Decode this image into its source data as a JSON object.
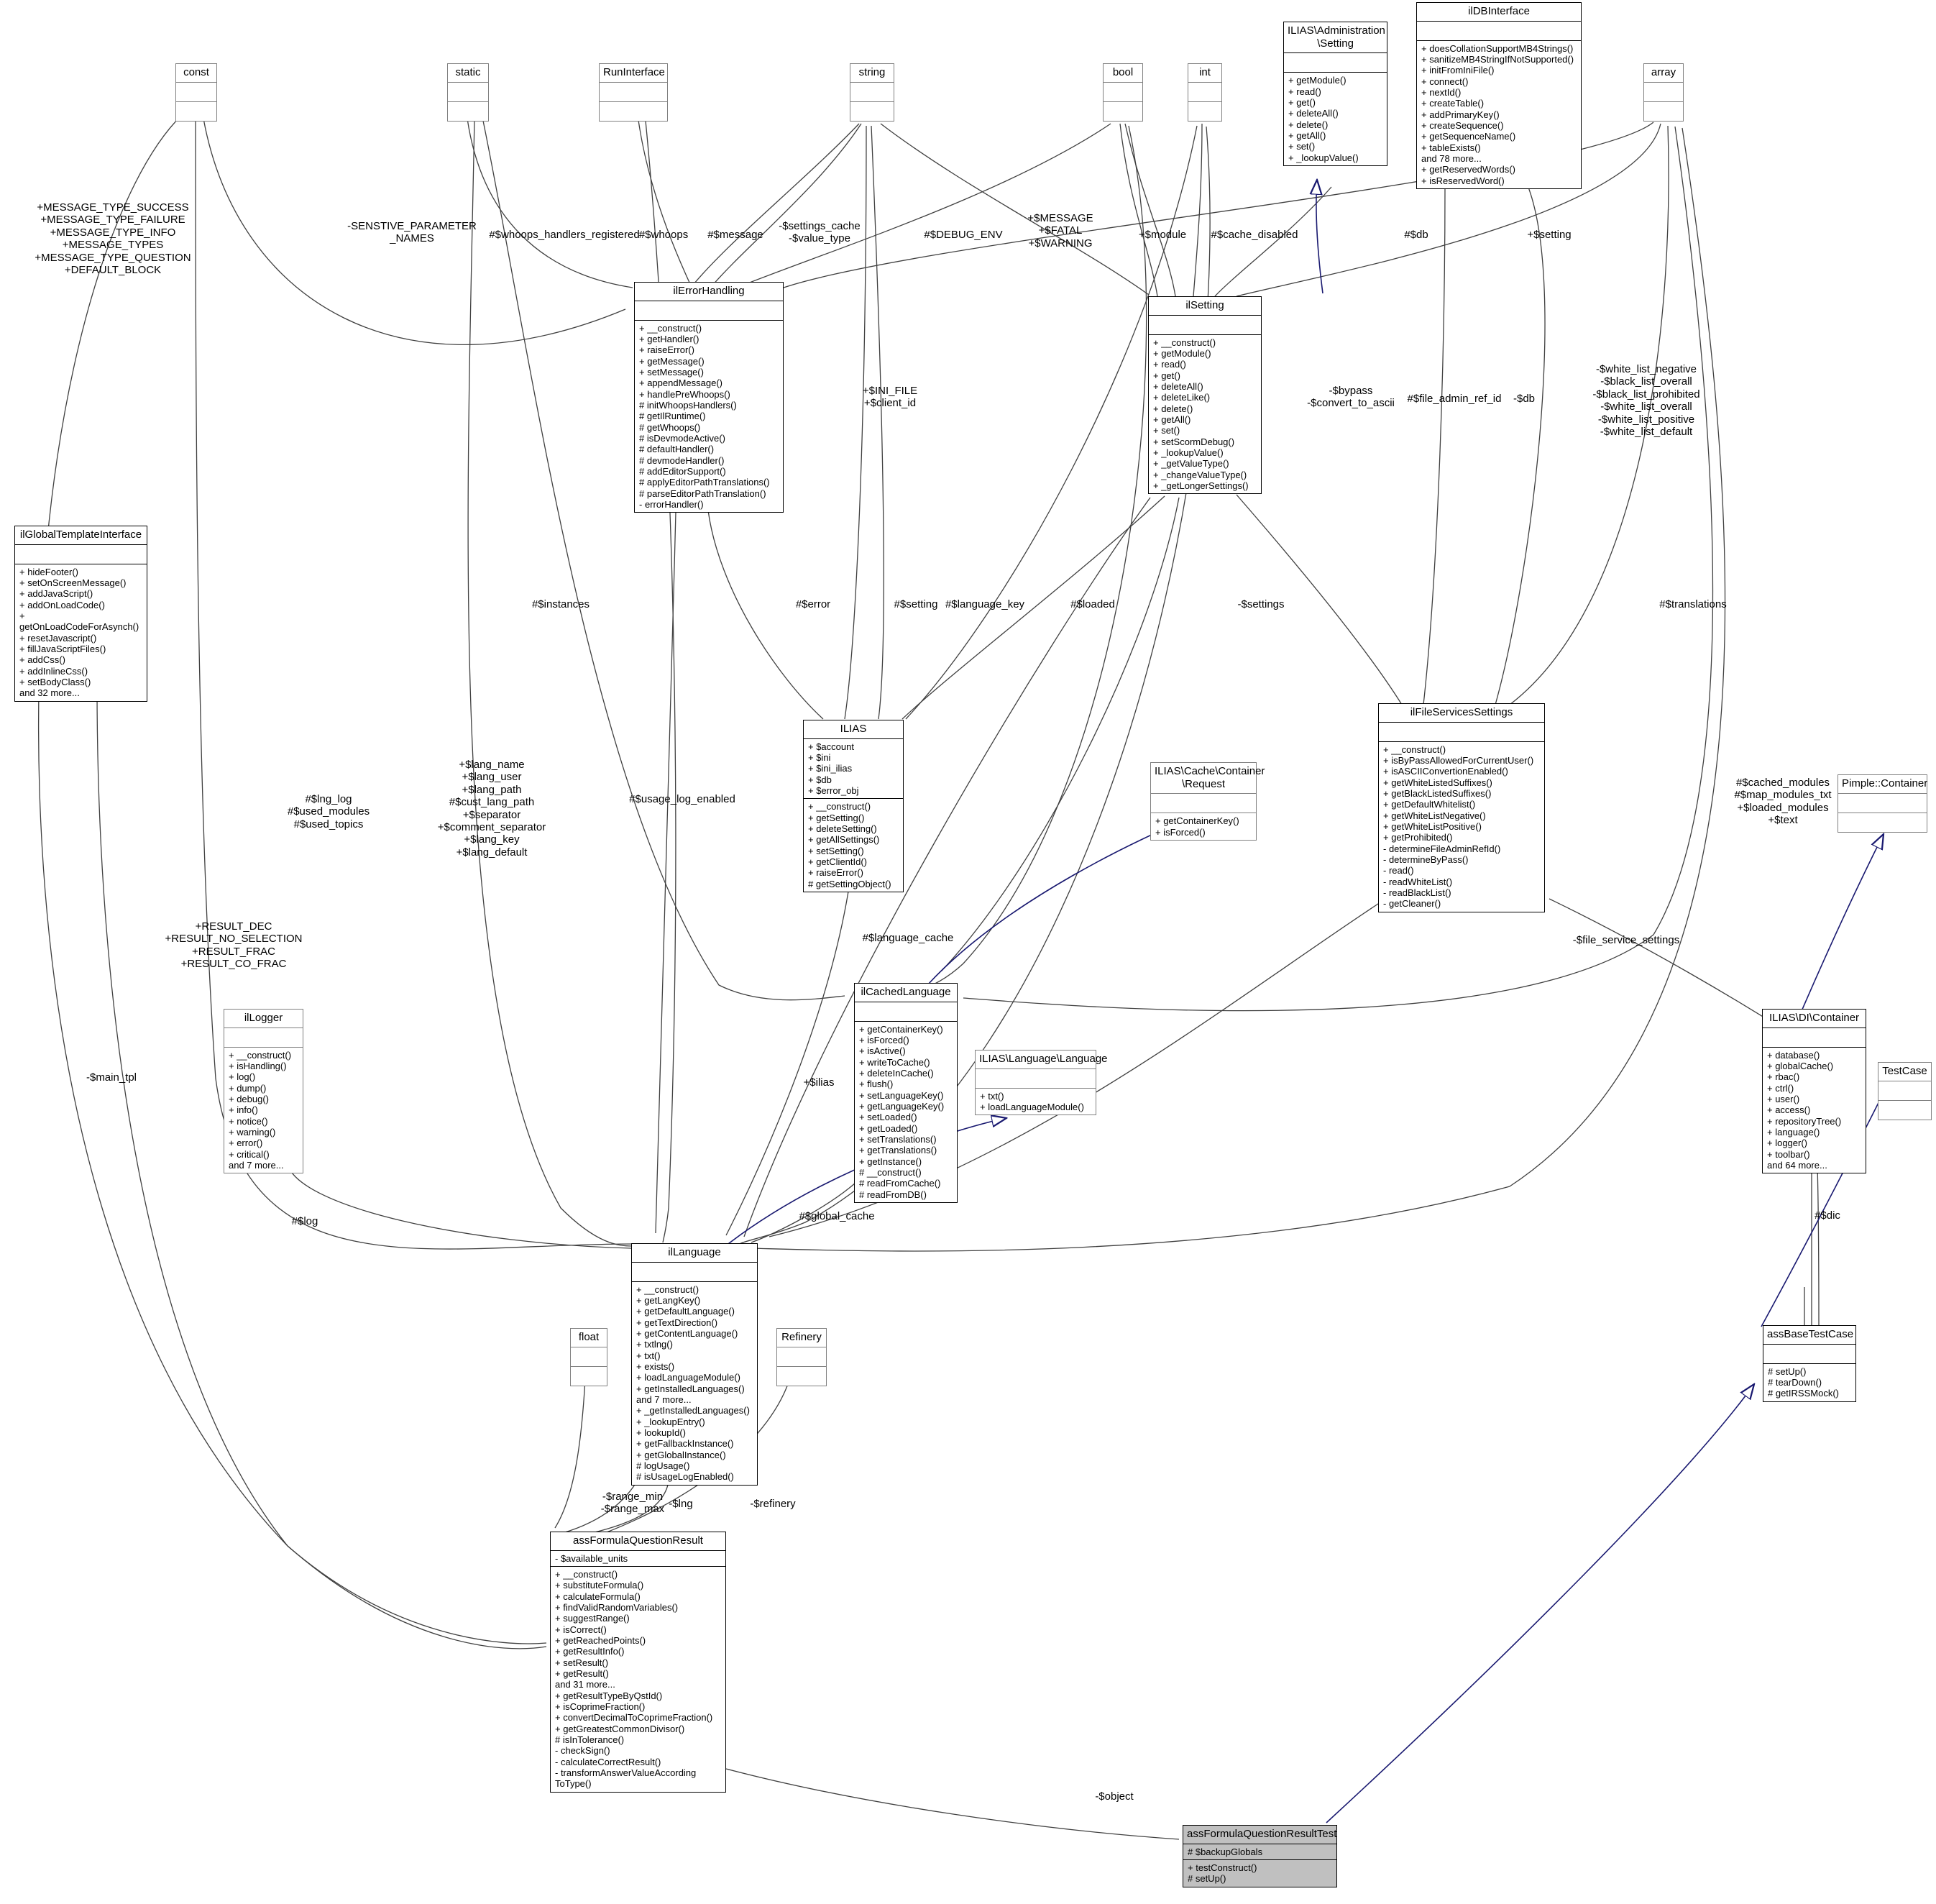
{
  "diagram": {
    "title": "assFormulaQuestionResultTest collaboration diagram",
    "edge_color": "#404040",
    "inherit_color": "#191970",
    "highlight_fill": "#c0c0c0"
  },
  "classes": {
    "const": {
      "name": "const",
      "attributes": "",
      "methods": ""
    },
    "static": {
      "name": "static",
      "attributes": "",
      "methods": ""
    },
    "runinterface": {
      "name": "RunInterface",
      "attributes": "",
      "methods": ""
    },
    "string": {
      "name": "string",
      "attributes": "",
      "methods": ""
    },
    "bool": {
      "name": "bool",
      "attributes": "",
      "methods": ""
    },
    "int": {
      "name": "int",
      "attributes": "",
      "methods": ""
    },
    "array": {
      "name": "array",
      "attributes": "",
      "methods": ""
    },
    "float": {
      "name": "float",
      "attributes": "",
      "methods": ""
    },
    "refinery": {
      "name": "Refinery",
      "attributes": "",
      "methods": ""
    },
    "testcase": {
      "name": "TestCase",
      "attributes": "",
      "methods": ""
    },
    "pimple_container": {
      "name": "Pimple::Container",
      "attributes": "",
      "methods": ""
    },
    "ilias_admin_setting": {
      "name": "ILIAS\\Administration\n\\Setting",
      "attributes": "",
      "methods": "+ getModule()\n+ read()\n+ get()\n+ deleteAll()\n+ delete()\n+ getAll()\n+ set()\n+ _lookupValue()"
    },
    "ildbinterface": {
      "name": "ilDBInterface",
      "attributes": "",
      "methods": "+ doesCollationSupportMB4Strings()\n+ sanitizeMB4StringIfNotSupported()\n+ initFromIniFile()\n+ connect()\n+ nextId()\n+ createTable()\n+ addPrimaryKey()\n+ createSequence()\n+ getSequenceName()\n+ tableExists()\nand 78 more...\n+ getReservedWords()\n+ isReservedWord()"
    },
    "ilerrorhandling": {
      "name": "ilErrorHandling",
      "attributes": "",
      "methods": "+ __construct()\n+ getHandler()\n+ raiseError()\n+ getMessage()\n+ setMessage()\n+ appendMessage()\n+ handlePreWhoops()\n# initWhoopsHandlers()\n# getIlRuntime()\n# getWhoops()\n# isDevmodeActive()\n# defaultHandler()\n# devmodeHandler()\n# addEditorSupport()\n# applyEditorPathTranslations()\n# parseEditorPathTranslation()\n- errorHandler()"
    },
    "ilsetting": {
      "name": "ilSetting",
      "attributes": "",
      "methods": "+ __construct()\n+ getModule()\n+ read()\n+ get()\n+ deleteAll()\n+ deleteLike()\n+ delete()\n+ getAll()\n+ set()\n+ setScormDebug()\n+ _lookupValue()\n+ _getValueType()\n+ _changeValueType()\n+ _getLongerSettings()"
    },
    "ilglobaltemplateinterface": {
      "name": "ilGlobalTemplateInterface",
      "attributes": "",
      "methods": "+ hideFooter()\n+ setOnScreenMessage()\n+ addJavaScript()\n+ addOnLoadCode()\n+ getOnLoadCodeForAsynch()\n+ resetJavascript()\n+ fillJavaScriptFiles()\n+ addCss()\n+ addInlineCss()\n+ setBodyClass()\nand 32 more..."
    },
    "ilias": {
      "name": "ILIAS",
      "attributes": "+ $account\n+ $ini\n+ $ini_ilias\n+ $db\n+ $error_obj",
      "methods": "+ __construct()\n+ getSetting()\n+ deleteSetting()\n+ getAllSettings()\n+ setSetting()\n+ getClientId()\n+ raiseError()\n# getSettingObject()"
    },
    "ilias_cache_container_request": {
      "name": "ILIAS\\Cache\\Container\n\\Request",
      "attributes": "",
      "methods": "+ getContainerKey()\n+ isForced()"
    },
    "ilfileservicessettings": {
      "name": "ilFileServicesSettings",
      "attributes": "",
      "methods": "+ __construct()\n+ isByPassAllowedForCurrentUser()\n+ isASCIIConvertionEnabled()\n+ getWhiteListedSuffixes()\n+ getBlackListedSuffixes()\n+ getDefaultWhitelist()\n+ getWhiteListNegative()\n+ getWhiteListPositive()\n+ getProhibited()\n- determineFileAdminRefId()\n- determineByPass()\n- read()\n- readWhiteList()\n- readBlackList()\n- getCleaner()"
    },
    "illogger": {
      "name": "ilLogger",
      "attributes": "",
      "methods": "+ __construct()\n+ isHandling()\n+ log()\n+ dump()\n+ debug()\n+ info()\n+ notice()\n+ warning()\n+ error()\n+ critical()\nand 7 more..."
    },
    "ilcachedlanguage": {
      "name": "ilCachedLanguage",
      "attributes": "",
      "methods": "+ getContainerKey()\n+ isForced()\n+ isActive()\n+ writeToCache()\n+ deleteInCache()\n+ flush()\n+ setLanguageKey()\n+ getLanguageKey()\n+ setLoaded()\n+ getLoaded()\n+ setTranslations()\n+ getTranslations()\n+ getInstance()\n# __construct()\n# readFromCache()\n# readFromDB()"
    },
    "ilias_language_language": {
      "name": "ILIAS\\Language\\Language",
      "attributes": "",
      "methods": "+ txt()\n+ loadLanguageModule()"
    },
    "illanguage": {
      "name": "ilLanguage",
      "attributes": "",
      "methods": "+ __construct()\n+ getLangKey()\n+ getDefaultLanguage()\n+ getTextDirection()\n+ getContentLanguage()\n+ txtlng()\n+ txt()\n+ exists()\n+ loadLanguageModule()\n+ getInstalledLanguages()\nand 7 more...\n+ _getInstalledLanguages()\n+ _lookupEntry()\n+ lookupId()\n+ getFallbackInstance()\n+ getGlobalInstance()\n# logUsage()\n# isUsageLogEnabled()"
    },
    "ilias_di_container": {
      "name": "ILIAS\\DI\\Container",
      "attributes": "",
      "methods": "+ database()\n+ globalCache()\n+ rbac()\n+ ctrl()\n+ user()\n+ access()\n+ repositoryTree()\n+ language()\n+ logger()\n+ toolbar()\nand 64 more..."
    },
    "assbasetestcase": {
      "name": "assBaseTestCase",
      "attributes": "",
      "methods": "# setUp()\n# tearDown()\n# getIRSSMock()"
    },
    "assformulaquestionresult": {
      "name": "assFormulaQuestionResult",
      "attributes": "- $available_units",
      "methods": "+ __construct()\n+ substituteFormula()\n+ calculateFormula()\n+ findValidRandomVariables()\n+ suggestRange()\n+ isCorrect()\n+ getReachedPoints()\n+ getResultInfo()\n+ setResult()\n+ getResult()\nand 31 more...\n+ getResultTypeByQstId()\n+ isCoprimeFraction()\n+ convertDecimalToCoprimeFraction()\n+ getGreatestCommonDivisor()\n# isInTolerance()\n- checkSign()\n- calculateCorrectResult()\n- transformAnswerValueAccording\nToType()"
    },
    "assformulaquestionresulttest": {
      "name": "assFormulaQuestionResultTest",
      "attributes": "# $backupGlobals",
      "methods": "+ testConstruct()\n# setUp()"
    }
  },
  "edge_labels": [
    {
      "id": "msg-consts",
      "text": "+MESSAGE_TYPE_SUCCESS\n+MESSAGE_TYPE_FAILURE\n+MESSAGE_TYPE_INFO\n+MESSAGE_TYPES\n+MESSAGE_TYPE_QUESTION\n+DEFAULT_BLOCK"
    },
    {
      "id": "sensitive-parameter-names",
      "text": "-SENSTIVE_PARAMETER\n_NAMES"
    },
    {
      "id": "whoops-handlers-registered",
      "text": "#$whoops_handlers_registered"
    },
    {
      "id": "whoops",
      "text": "#$whoops"
    },
    {
      "id": "message",
      "text": "#$message"
    },
    {
      "id": "settings-cache",
      "text": "-$settings_cache\n-$value_type"
    },
    {
      "id": "debug-env",
      "text": "#$DEBUG_ENV"
    },
    {
      "id": "message-fatal-warning",
      "text": "+$MESSAGE\n+$FATAL\n+$WARNING"
    },
    {
      "id": "module",
      "text": "+$module"
    },
    {
      "id": "cache-disabled",
      "text": "#$cache_disabled"
    },
    {
      "id": "db-top",
      "text": "#$db"
    },
    {
      "id": "setting-top",
      "text": "+$setting"
    },
    {
      "id": "ini-file-client-id",
      "text": "+$INI_FILE\n+$client_id"
    },
    {
      "id": "bypass-convert",
      "text": "-$bypass\n-$convert_to_ascii"
    },
    {
      "id": "file-admin-ref-id",
      "text": "#$file_admin_ref_id"
    },
    {
      "id": "db-right",
      "text": "-$db"
    },
    {
      "id": "white-black-lists",
      "text": "-$white_list_negative\n-$black_list_overall\n-$black_list_prohibited\n-$white_list_overall\n-$white_list_positive\n-$white_list_default"
    },
    {
      "id": "instances",
      "text": "#$instances"
    },
    {
      "id": "error",
      "text": "#$error"
    },
    {
      "id": "setting-mid",
      "text": "#$setting"
    },
    {
      "id": "language-key",
      "text": "#$language_key"
    },
    {
      "id": "loaded",
      "text": "#$loaded"
    },
    {
      "id": "settings",
      "text": "-$settings"
    },
    {
      "id": "translations",
      "text": "#$translations"
    },
    {
      "id": "lng-log-used",
      "text": "#$lng_log\n#$used_modules\n#$used_topics"
    },
    {
      "id": "lang-fields",
      "text": "+$lang_name\n+$lang_user\n+$lang_path\n#$cust_lang_path\n+$separator\n+$comment_separator\n+$lang_key\n+$lang_default"
    },
    {
      "id": "usage-log-enabled",
      "text": "#$usage_log_enabled"
    },
    {
      "id": "cached-modules",
      "text": "#$cached_modules\n#$map_modules_txt\n+$loaded_modules\n+$text"
    },
    {
      "id": "result-consts",
      "text": "+RESULT_DEC\n+RESULT_NO_SELECTION\n+RESULT_FRAC\n+RESULT_CO_FRAC"
    },
    {
      "id": "main-tpl",
      "text": "-$main_tpl"
    },
    {
      "id": "log",
      "text": "#$log"
    },
    {
      "id": "language-cache",
      "text": "#$language_cache"
    },
    {
      "id": "ilias-ref",
      "text": "+$ilias"
    },
    {
      "id": "global-cache",
      "text": "#$global_cache"
    },
    {
      "id": "file-service-settings",
      "text": "-$file_service_settings"
    },
    {
      "id": "dic",
      "text": "#$dic"
    },
    {
      "id": "range-min-max",
      "text": "-$range_min\n-$range_max"
    },
    {
      "id": "lng",
      "text": "-$lng"
    },
    {
      "id": "refinery-label",
      "text": "-$refinery"
    },
    {
      "id": "object",
      "text": "-$object"
    }
  ]
}
